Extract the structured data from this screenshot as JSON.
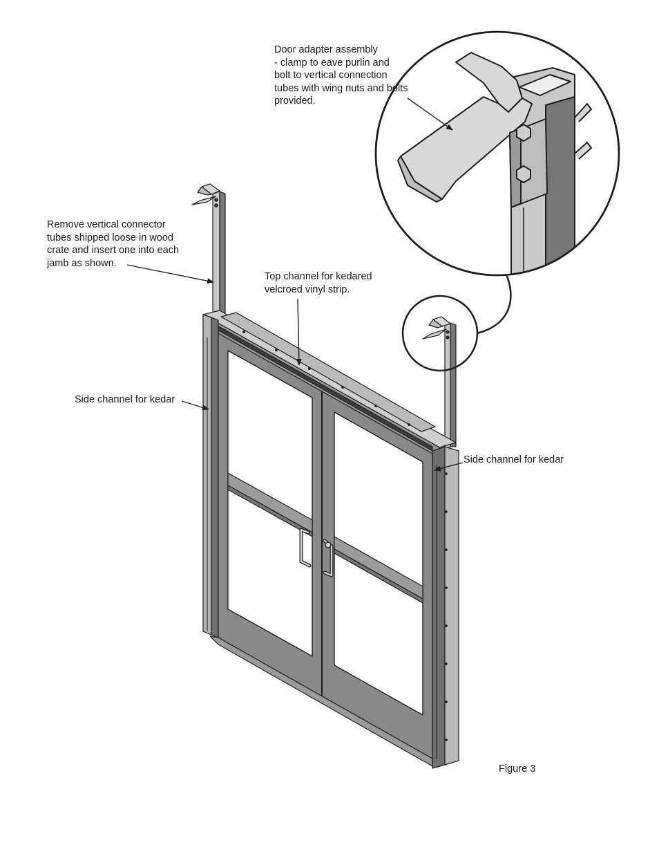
{
  "annotations": {
    "door_adapter": "Door adapter assembly\n- clamp to eave purlin and\nbolt to vertical connection\ntubes with wing nuts and bolts\nprovided.",
    "remove_tubes": "Remove vertical connector\ntubes shipped loose in wood\ncrate and insert one into each\njamb as shown.",
    "top_channel": "Top channel for kedared\nvelcroed vinyl strip.",
    "side_channel_left": "Side channel for kedar",
    "side_channel_right": "Side channel for kedar"
  },
  "figure_caption": "Figure 3",
  "colors": {
    "door_face": "#8a8a8a",
    "frame_light": "#bdbdbd",
    "frame_dark": "#5a5a5a",
    "outline": "#1e1e1e",
    "glass": "#ffffff",
    "adapter_light": "#d8d8d8"
  }
}
